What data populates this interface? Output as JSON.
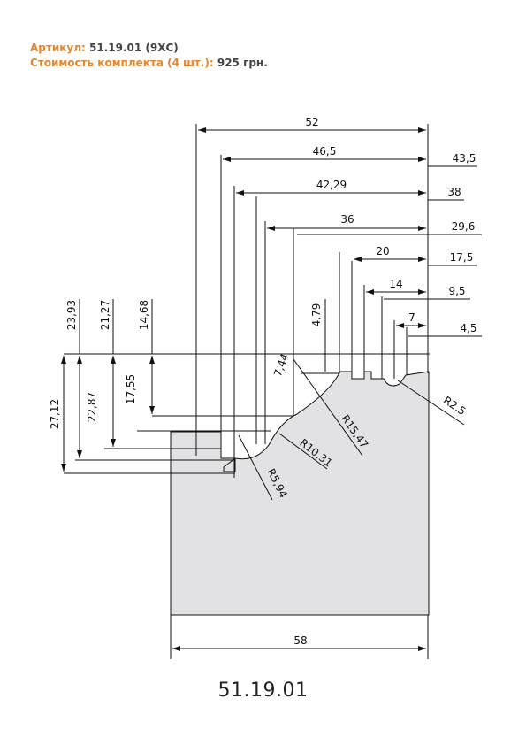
{
  "header": {
    "article_label": "Артикул:",
    "article_value": "51.19.01 (9ХС)",
    "cost_label": "Стоимость комплекта (4 шт.):",
    "cost_value": "925 грн."
  },
  "drawing": {
    "horizontal_dims": [
      "52",
      "46,5",
      "42,29",
      "36",
      "20",
      "14",
      "7"
    ],
    "right_dims": [
      "43,5",
      "38",
      "29,6",
      "17,5",
      "9,5",
      "4,5"
    ],
    "vertical_dims_top": [
      "23,93",
      "21,27",
      "14,68",
      "4,79"
    ],
    "vertical_dims_left": [
      "27,12",
      "22,87",
      "17,55",
      "7,44"
    ],
    "radii": [
      "R15,47",
      "R10,31",
      "R5,94",
      "R2,5"
    ],
    "bottom_dim": "58"
  },
  "caption": "51.19.01",
  "colors": {
    "accent": "#e8862a",
    "profile_fill": "#e2e2e4"
  }
}
